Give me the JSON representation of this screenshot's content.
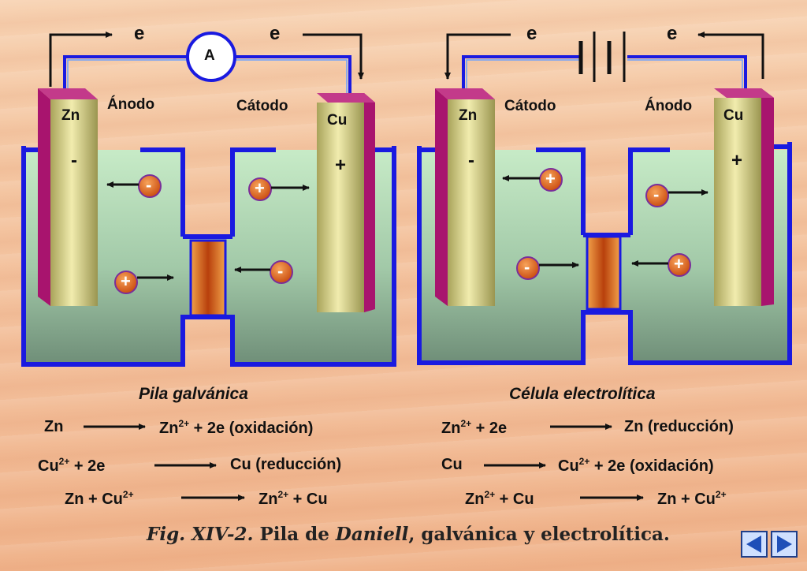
{
  "left_cell": {
    "title": "Pila galvánica",
    "ammeter": "A",
    "electron_left": "e",
    "electron_right": "e",
    "electrode_left": {
      "name": "Zn",
      "sign": "-",
      "role": "Ánodo"
    },
    "electrode_right": {
      "name": "Cu",
      "sign": "+",
      "role": "Cátodo"
    },
    "ion_signs": [
      "-",
      "+",
      "+",
      "-"
    ],
    "equations": [
      {
        "lhs": "Zn",
        "rhs_main": "Zn",
        "rhs_sup": "2+",
        "rhs_rest": " + 2e (oxidación)"
      },
      {
        "lhs_main": "Cu",
        "lhs_sup": "2+",
        "lhs_rest": " + 2e",
        "rhs": "Cu (reducción)"
      },
      {
        "lhs_main": "Zn + Cu",
        "lhs_sup": "2+",
        "rhs_main": "Zn",
        "rhs_sup": "2+",
        "rhs_rest": " + Cu"
      }
    ]
  },
  "right_cell": {
    "title": "Célula electrolítica",
    "electron_left": "e",
    "electron_right": "e",
    "electrode_left": {
      "name": "Zn",
      "sign": "-",
      "role": "Cátodo"
    },
    "electrode_right": {
      "name": "Cu",
      "sign": "+",
      "role": "Ánodo"
    },
    "ion_signs": [
      "+",
      "-",
      "-",
      "+"
    ],
    "equations": [
      {
        "lhs_main": "Zn",
        "lhs_sup": "2+",
        "lhs_rest": " + 2e",
        "rhs": "Zn (reducción)"
      },
      {
        "lhs": "Cu",
        "rhs_main": "Cu",
        "rhs_sup": "2+",
        "rhs_rest": " + 2e (oxidación)"
      },
      {
        "lhs_main": "Zn",
        "lhs_sup": "2+",
        "lhs_rest": " + Cu",
        "rhs_main": "Zn + Cu",
        "rhs_sup": "2+"
      }
    ]
  },
  "caption": {
    "fig": "Fig. XIV-2.",
    "part1": " Pila de ",
    "daniell": "Daniell",
    "part2": ", galvánica y electrolítica."
  },
  "nav": {
    "prev": "previous-slide",
    "next": "next-slide"
  },
  "colors": {
    "solution": "#a9d7b2",
    "vessel": "#1a1ae0",
    "zinc": "#d9d48a",
    "copper_side": "#a8146e",
    "ion": "#e0661a",
    "bridge": "#e07a22"
  }
}
